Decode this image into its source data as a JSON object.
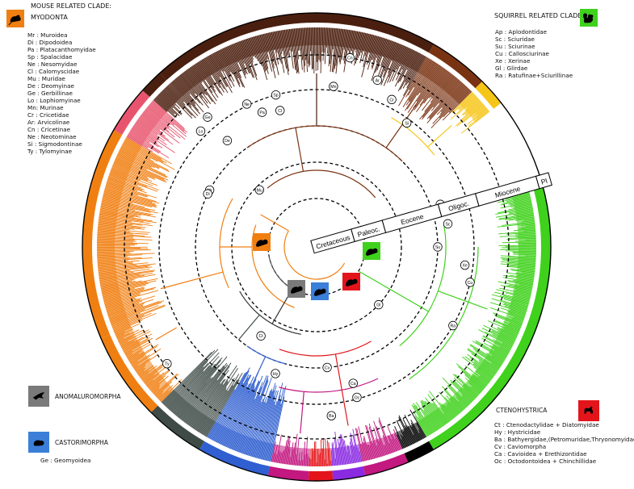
{
  "mouse_related": {
    "heading": "MOUSE RELATED CLADE:",
    "group": "MYODONTA",
    "color": "#f07f12",
    "items": [
      "Mr : Muroidea",
      "Di : Dipodoidea",
      "Pa : Platacanthomyidae",
      "Sp : Spalacidae",
      "Ne : Nesomyidae",
      "Cl : Calomyscidae",
      "Mu : Muridae",
      "De : Deomyinae",
      "Ge : Gerbillinae",
      "Lo : Lophiomyinae",
      "Mn: Murinae",
      "Cr : Cricetidae",
      "Ar: Arvicolinae",
      "Cn : Cricetinae",
      "Ne : Neotominae",
      "Si : Sigmodontinae",
      "Ty : Tylomyinae"
    ]
  },
  "squirrel_related": {
    "heading": "SQUIRREL RELATED CLADE",
    "color": "#3fd11c",
    "items": [
      "Ap : Aplodontidae",
      "Sc : Sciuridae",
      "Su : Sciurinae",
      "Cu : Callosciurinae",
      "Xe : Xerinae",
      "Gl : Glirdae",
      "Ra : Ratufinae+Sciurillinae"
    ]
  },
  "anomaluromorpha": {
    "label": "ANOMALUROMORPHA",
    "color": "#7a7a7a"
  },
  "castorimorpha": {
    "label": "CASTORIMORPHA",
    "color": "#3b7fd8",
    "items": [
      "Ge : Geomyoidea"
    ]
  },
  "ctenohystrica": {
    "label": "CTENOHYSTRICA",
    "color": "#e3151b",
    "items": [
      "Ct : Ctenodactylidae + Diatomyidae",
      "Hy : Hystricidae",
      "Ba : Bathyergidae,(Petromuridae,Thryonomyidae)",
      "Cv : Caviomorpha",
      "Ca : Cavioidea + Erethizontidae",
      "Oc : Octodontoidea + Chinchillidae"
    ]
  },
  "time_scale": [
    "Cretaceous",
    "Paleoc.",
    "Eocene",
    "Oligoc.",
    "Miocene",
    "Pl"
  ],
  "node_labels": [
    "Mr",
    "Di",
    "Sp",
    "Pa",
    "Ne",
    "Cl",
    "Mu",
    "De",
    "Ge",
    "Lo",
    "Mn",
    "Cr",
    "Ar",
    "Cn",
    "Si",
    "Ty",
    "Ap",
    "Sc",
    "Su",
    "Cu",
    "Xe",
    "Gl",
    "Ra",
    "Ct",
    "Hy",
    "Ba",
    "Cv",
    "Ca",
    "Oc"
  ],
  "clade_colors": {
    "muroid_dark": "#4a1f0f",
    "muroid_brown": "#7a3312",
    "pink": "#e8546e",
    "yellow": "#f5c518",
    "orange": "#f07f12",
    "grey": "#3e4b47",
    "blue": "#2f5fd0",
    "magenta": "#c2187f",
    "red": "#e3151b",
    "violet": "#8a2be2",
    "green": "#3fd11c",
    "black": "#000000"
  }
}
